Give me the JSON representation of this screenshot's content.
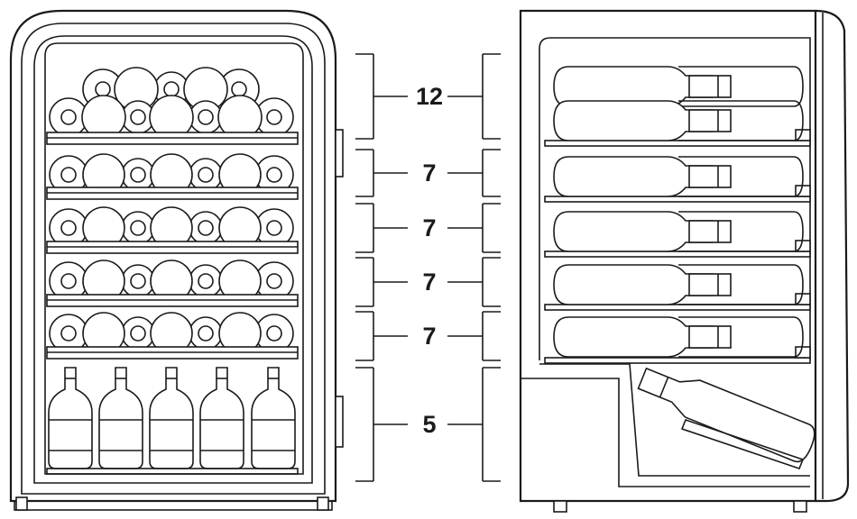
{
  "diagram": {
    "line_color": "#1a1a1a",
    "background": "#ffffff",
    "shelf_capacities": [
      {
        "label": "12"
      },
      {
        "label": "7"
      },
      {
        "label": "7"
      },
      {
        "label": "7"
      },
      {
        "label": "7"
      },
      {
        "label": "5"
      }
    ]
  }
}
